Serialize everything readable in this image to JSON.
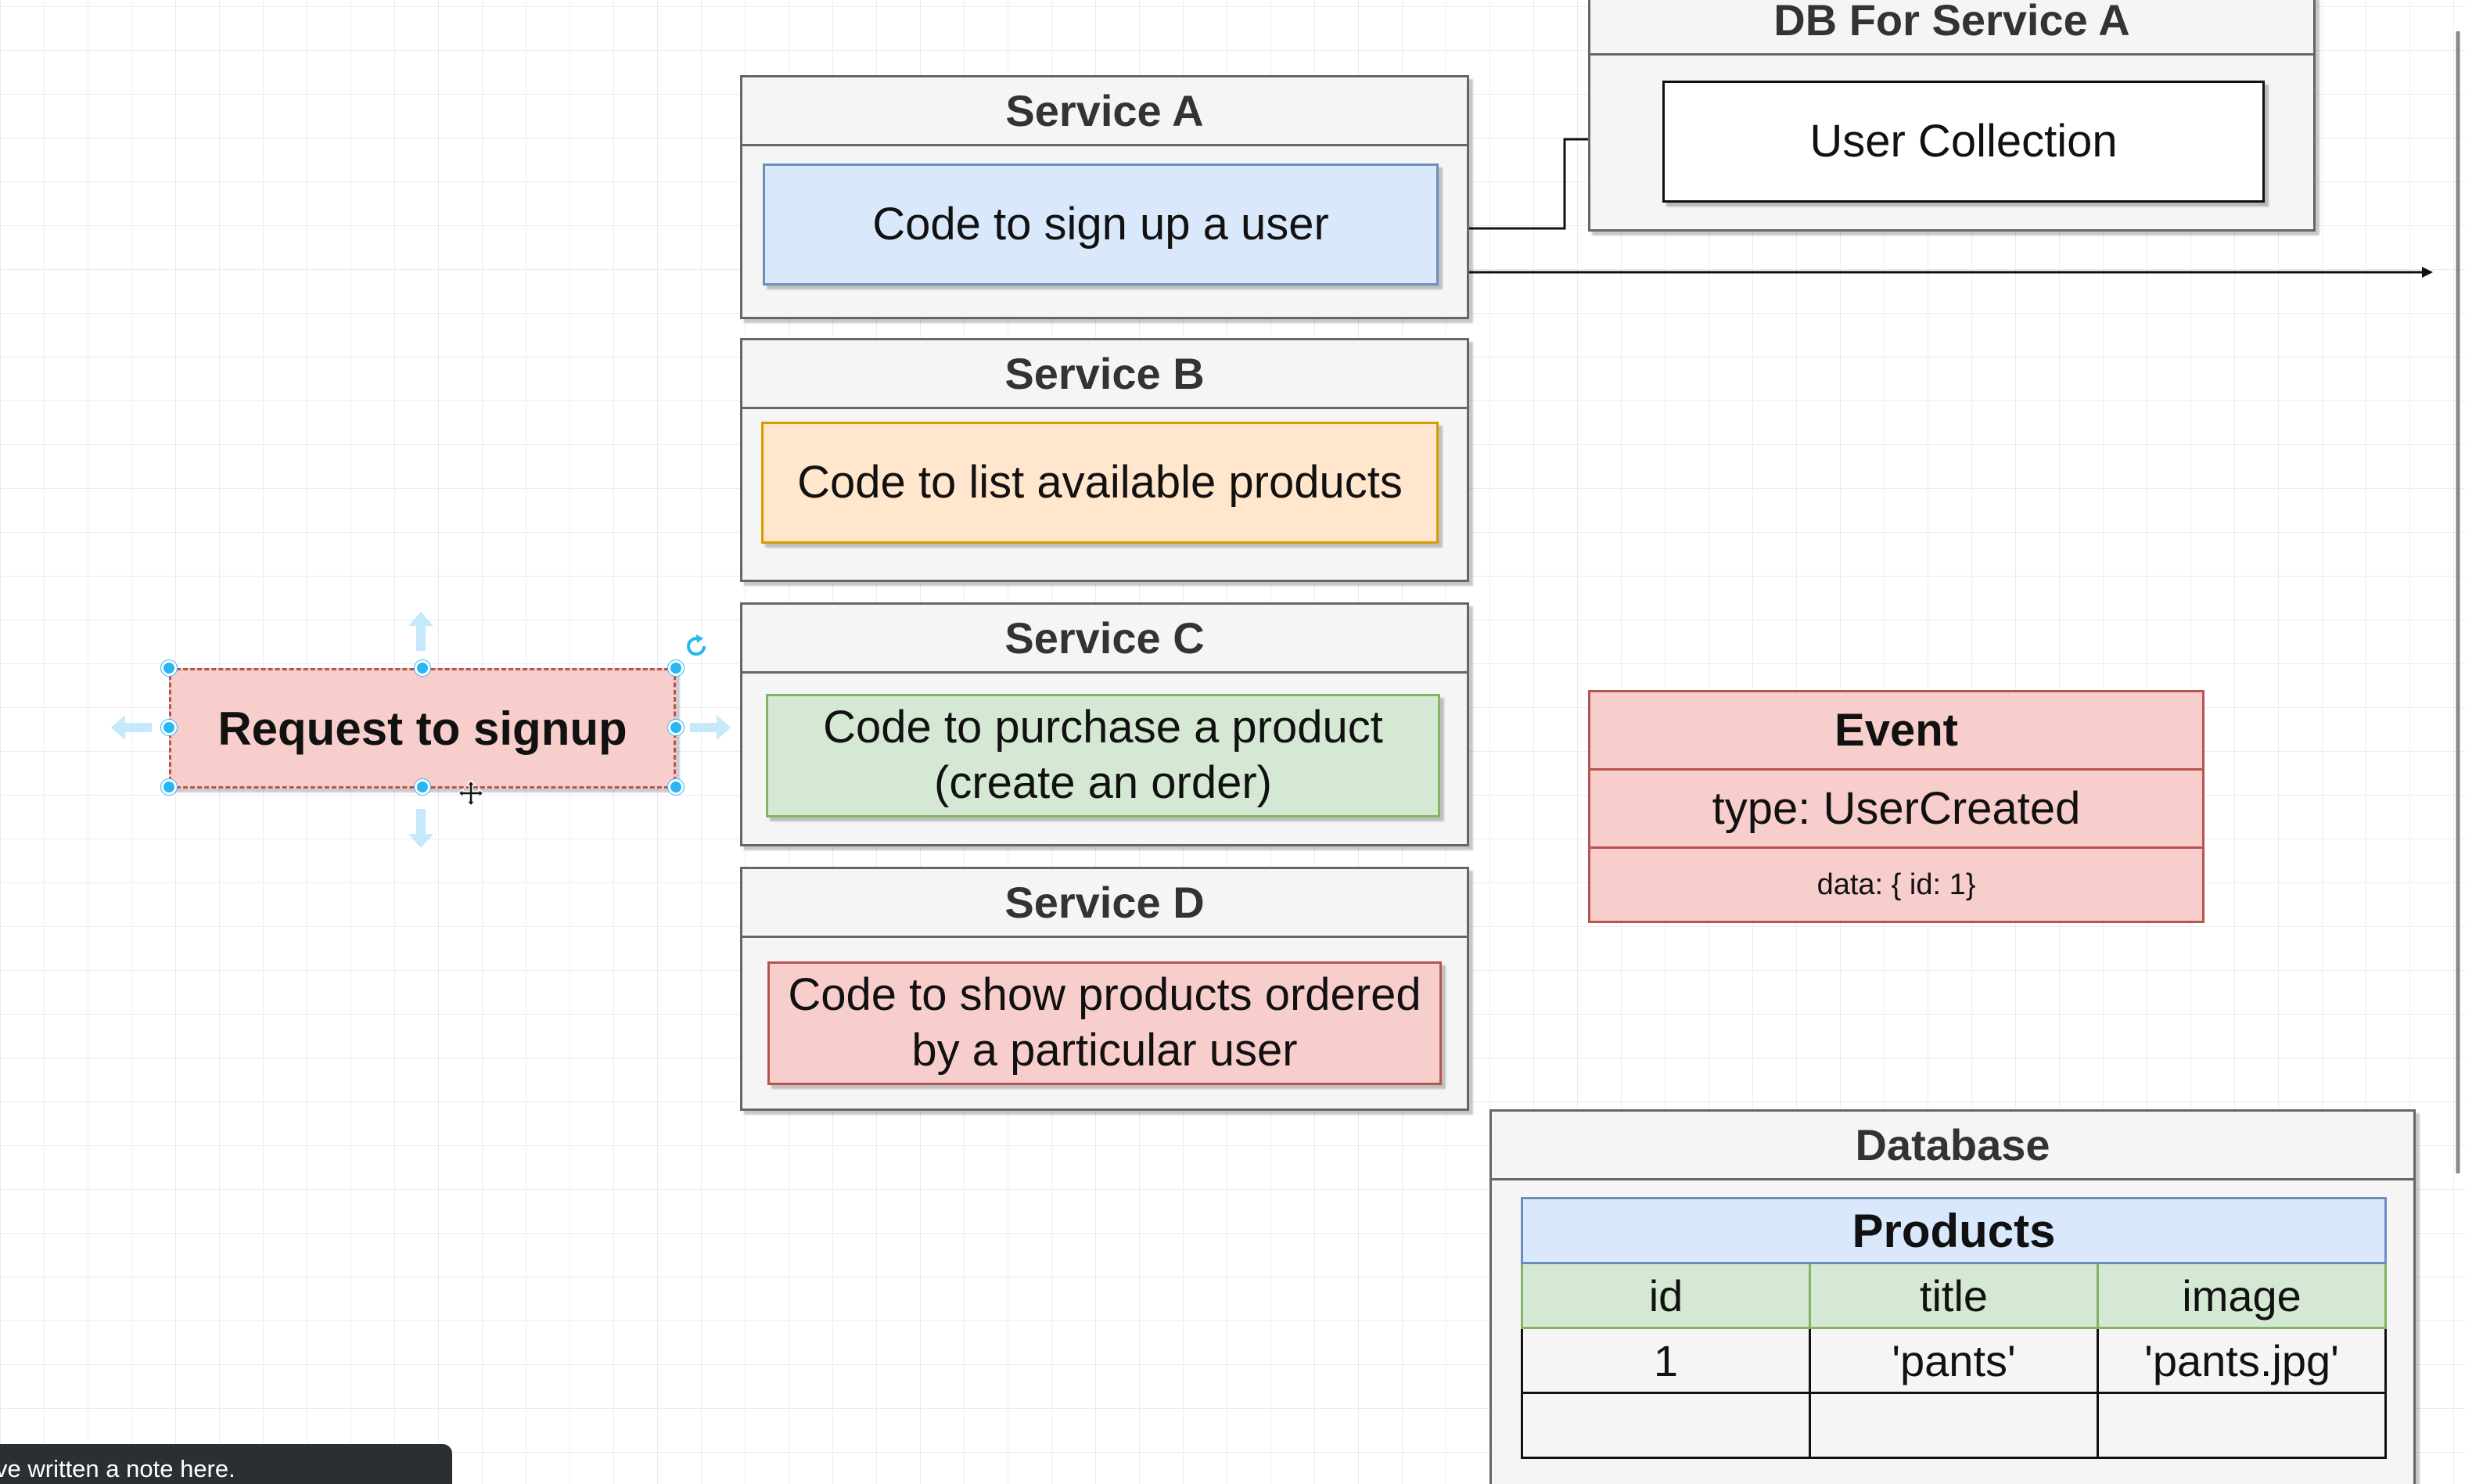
{
  "services": {
    "a": {
      "title": "Service A",
      "content": "Code to sign up a user"
    },
    "b": {
      "title": "Service B",
      "content": "Code to list available products"
    },
    "c": {
      "title": "Service C",
      "content_line1": "Code to purchase a product",
      "content_line2": "(create an order)"
    },
    "d": {
      "title": "Service D",
      "content_line1": "Code to show products ordered",
      "content_line2": "by a particular user"
    }
  },
  "db_a": {
    "title": "DB For Service A",
    "collection": "User Collection"
  },
  "request": {
    "label": "Request to signup"
  },
  "event": {
    "title": "Event",
    "type": "type: UserCreated",
    "data": "data: { id: 1}"
  },
  "database": {
    "title": "Database",
    "table_title": "Products",
    "columns": [
      "id",
      "title",
      "image"
    ],
    "rows": [
      [
        "1",
        "'pants'",
        "'pants.jpg'"
      ],
      [
        "",
        "",
        ""
      ]
    ]
  },
  "note": {
    "text": "ve written a note here."
  },
  "colors": {
    "blue_fill": "#dae8fc",
    "orange_fill": "#ffe6cc",
    "green_fill": "#d5e8d4",
    "red_fill": "#f8cecc",
    "selection": "#29b6f2"
  }
}
